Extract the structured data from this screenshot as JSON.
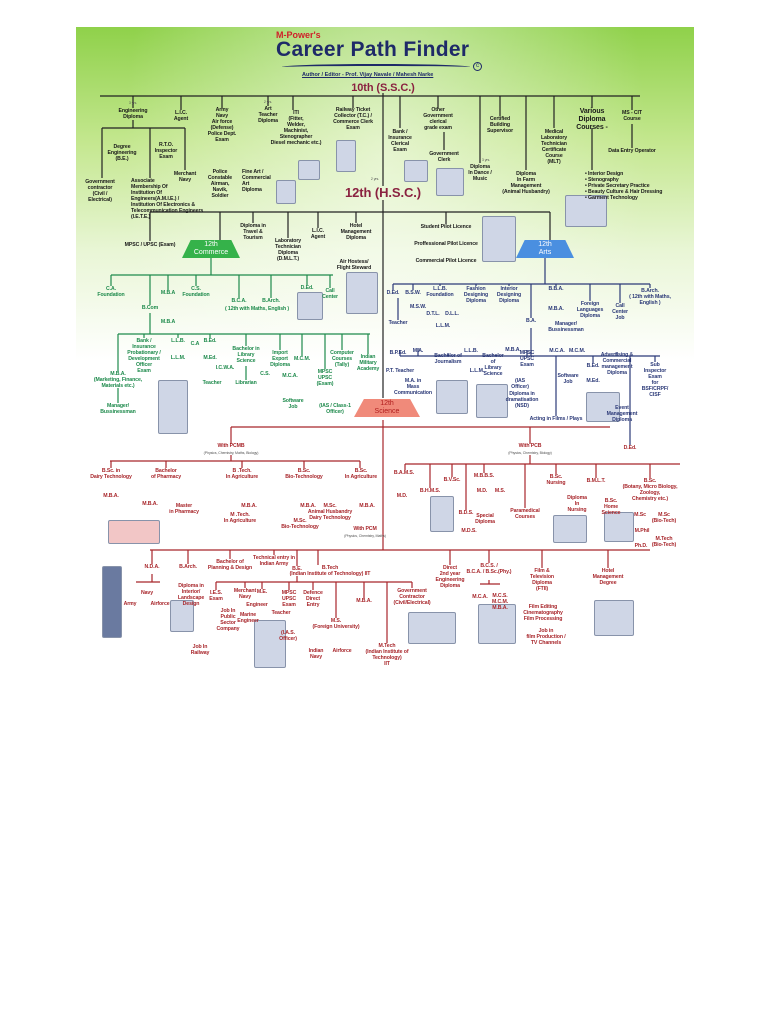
{
  "header": {
    "brand": "M-Power's",
    "title": "Career Path Finder",
    "copyright": "c",
    "author": "Author / Editor - Prof. Vijay Navale / Mahesh Narke"
  },
  "colors": {
    "top": "#1a1a1a",
    "commerce": "#1e8a4c",
    "arts": "#2c3a78",
    "science": "#a8262b",
    "commerce_box": "#35b24a",
    "arts_box": "#4a8fe0",
    "science_box": "#f08a7a"
  },
  "streams": {
    "commerce": "12th\nCommerce",
    "arts": "12th\nArts",
    "science": "12th\nScience"
  },
  "top": {
    "ssc": "10th (S.S.C.)",
    "hsc": "12th (H.S.C.)",
    "eng_diploma": "Engineering\nDiploma",
    "lic": "L.I.C.\nAgent",
    "army": "Army\nNavy\nAir force\n(Defense)\nPolice Dept.\nExam",
    "art_teacher": "Art\nTeacher\nDiploma",
    "iti": "ITI\n(Fitter,\nWelder,\nMachinist,\nStenographer\nDiesel mechanic etc.)",
    "railway": "Railway Ticket\nCollector (T.C.) /\nCommerce Clerk\nExam",
    "bank": "Bank /\nInsurance\nClerical\nExam",
    "other_govt": "Other\nGovernment\nclerical\ngrade exam",
    "govt_clerk": "Government\nClerk",
    "certified": "Certified\nBuilding\nSupervisor",
    "medical_lab": "Medical\nLaboratory\nTechnician\nCertificate\nCourse\n(MLT)",
    "various": "Various\nDiploma\nCourses -",
    "mscit": "MS - CIT\nCourse",
    "data_entry": "Data Entry Operator",
    "degree_eng": "Degree\nEngineering\n(B.E.)",
    "rto": "R.T.O.\nInspector\nExam",
    "merchant_navy": "Merchant\nNavy",
    "govt_contractor": "Government\ncontractor\n(Civil /\nElectrical)",
    "amie": "Associate\nMembership Of\nInstitution Of\nEngineers(A.M.I.E.) /\nInstitution Of Electronics &\nTelecommunication Engineers\n(I.E.T.E.)",
    "police": "Police\nConstable\nAirman,\nNavik,\nSoldier",
    "fine_art": "Fine Art /\nCommercial\nArt\nDiploma",
    "dance": "Diploma\nIn Dance /\nMusic",
    "farm": "Diploma\nIn Farm\nManagement\n(Animal Husbandry)",
    "diploma_list": "• Interior Design\n• Stenography\n• Private Secretary Practice\n• Beauty Culture & Hair Dressing\n• Garment Technology",
    "mpsc_upsc": "MPSC / UPSC (Exam)",
    "travel": "Diploma in\nTravel &\nTourism",
    "dmlt": "Laboratory\nTechnician\nDiploma\n(D.M.L.T.)",
    "lic2": "L.I.C.\nAgent",
    "hotel_dip": "Hotel\nManagement\nDiploma",
    "air_hostess": "Air Hostess/\nFlight Steward",
    "student_pilot": "Student Pilot Licence",
    "prof_pilot": "Proffessional Pilot Licence",
    "comm_pilot": "Commercial Pilot Licence",
    "y3": "3 yrs.",
    "y2": "2 yrs.",
    "y2b": "2 yrs.",
    "y3b": "3 yrs."
  },
  "commerce": {
    "ca": "C.A.\nFoundation",
    "bcom": "B.Com",
    "mba": "M.B.A",
    "mba2": "M.B.A",
    "cs": "C.S.\nFoundation",
    "bca": "B.C.A.",
    "barch": "B.Arch.",
    "note": "( 12th with Maths, English )",
    "ded": "D.Ed.",
    "call_center": "Call\nCenter",
    "bank_po": "Bank /\nInsurance\nProbationary /\nDevelopment\nOfficer\nExam",
    "mba_mkt": "M.B.A.\n(Marketing, Finance,\nMaterials etc.)",
    "manager": "Manager/\nBussinessman",
    "llb": "L.L.B.",
    "llm": "L.L.M.",
    "ca2": "C.A",
    "bed": "B.Ed.",
    "med": "M.Ed.",
    "icwa": "I.C.W.A.",
    "teacher": "Teacher",
    "bach_lib": "Bachelor in\nLibrary\nScience",
    "librarian": "Librarian",
    "cs2": "C.S.",
    "import": "Import\nExport\nDiploma",
    "mcm": "M.C.M.",
    "mca": "M.C.A.",
    "software": "Software\nJob",
    "mpsc": "MPSC\nUPSC\n(Exam)",
    "ias": "(IAS / Class-1\nOfficer)",
    "computer": "Computer\nCourses\n(Tally)",
    "military": "Indian\nMilitary\nAcademy"
  },
  "arts": {
    "ded": "D.Ed.",
    "bsw": "B.S.W.",
    "msw": "M.S.W.",
    "teacher": "Teacher",
    "llb_f": "L.L.B.\nFoundation",
    "dtl": "D.T.L.",
    "dll": "D.L.L.",
    "llm": "L.L.M.",
    "fashion": "Fashion\nDesigning\nDiploma",
    "interior": "Interior\nDesigning\nDiploma",
    "ba": "B.A.",
    "bba": "B.B.A.",
    "mba": "M.B.A.",
    "manager": "Manager/\nBussinessman",
    "foreign": "Foreign\nLanguages\nDiploma",
    "call_job": "Call\nCenter\nJob",
    "barch": "B.Arch.\n( 12th with Maths,\nEnglish )",
    "bped": "B.P.Ed.",
    "pt_teacher": "P.T. Teacher",
    "ma": "M.A.",
    "ma_mass": "M.A. in\nMass\nCommunication",
    "journalism": "Bachelor of\nJournalism",
    "llb": "L.L.B.",
    "llm2": "L.L.M.",
    "bach_lib": "Bachelor\nof\nLibrary\nScience",
    "mba2": "M.B.A.",
    "mpsc": "MPSC\nUPSC\nExam",
    "ias": "(IAS\nOfficer)",
    "dramatics": "Diploma in\ndramatisation\n(NSD)",
    "acting": "Acting in Films / Plays",
    "mca": "M.C.A.",
    "mcm": "M.C.M.",
    "software": "Software\nJob",
    "bed": "B.Ed.",
    "med": "M.Ed.",
    "advertising": "Advertising &\nCommercial\nmanagement\nDiploma",
    "event": "Event\nManagement\nDiploma",
    "sub_inspector": "Sub\nInspector\nExam\nfor\nBSF/CRPF/\nCISF",
    "ded_sci": "D.Ed."
  },
  "science": {
    "pcmb": "With PCMB",
    "pcmb_sub": "(Physics, Chemistry, Maths, Biology)",
    "pcb": "With PCB",
    "pcb_sub": "(Physics, Chemistry, Biology)",
    "pcm": "With PCM",
    "pcm_sub": "(Physics, Chemistry, Maths)",
    "bsc_dairy": "B.Sc. in\nDairy Technology",
    "mba_d": "M.B.A.",
    "pharmacy": "Bachelor\nof Pharmacy",
    "mba_p": "M.B.A.",
    "master_pharm": "Master\nin Pharmacy",
    "btech_ag": "B .Tech.\nIn Agriculture",
    "mtech_ag": "M .Tech.\nIn Agriculture",
    "mba_ag2": "M.B.A.",
    "bsc_bio": "B.Sc.\nBio-Technology",
    "mba_b": "M.B.A.",
    "msc_bio": "M.Sc.\nBio-Technology",
    "bsc_ag": "B.Sc.\nIn Agriculture",
    "msc_ah": "M.Sc.\nAnimal Husbandry\nDairy Technology",
    "mba_ag": "M.B.A.",
    "bams": "B.A.M.S.",
    "md": "M.D.",
    "bhms": "B.H.M.S.",
    "bvsc": "B.V.Sc.",
    "mbbs": "M.B.B.S.",
    "md2": "M.D.",
    "ms2": "M.S.",
    "bds": "B.D.S.",
    "mds": "M.D.S.",
    "special": "Special\nDiploma",
    "paramedical": "Paramedical\nCourses",
    "bsc_nursing": "B.Sc.\nNursing",
    "dip_nursing": "Diploma\nIn\nNursing",
    "bmlt": "B.M.L.T.",
    "home_sci": "B.Sc.\nHome\nScience",
    "bsc_zoo": "B.Sc.\n(Botany, Micro Biology,\nZoology,\nChemistry etc.)",
    "msc": "M.Sc",
    "msc_biotech": "M.Sc\n(Bio-Tech)",
    "mphil": "M.Phil",
    "phd": "Ph.D.",
    "mtech_bio": "M.Tech\n(Bio-Tech)",
    "nda": "N.D.A.",
    "navy": "Navy",
    "army": "Army",
    "airforce": "Airforce",
    "barch": "B.Arch.",
    "interior": "Diploma in\nInterior/\nLandscape\nDesign",
    "planning": "Bachelor of\nPlanning & Design",
    "technical": "Technical entry in\nIndian Army",
    "be": "B.E.",
    "btech_iit": "B.Tech\n(Indian Institute of Technology) IIT",
    "direct": "Direct\n2nd year\nEngineering\nDiploma",
    "bcs": "B.C.S. /\nB.C.A. / B.Sc.(Phy.)",
    "mca": "M.C.A.",
    "mcs": "M.C.S.\nM.C.M.\nM.B.A.",
    "film": "Film &\nTelevision\nDiploma\n(FTII)",
    "film_edit": "Film Editing\nCinematography\nFilm Processing",
    "job_film": "Job in\nfilm Production /\nTV Channels",
    "hotel_deg": "Hotel\nManagement\nDegree",
    "ies": "I.E.S.\nExam",
    "job_railway": "Job In\nRailway",
    "job_public": "Job In\nPublic\nSector\nCompany",
    "merchant": "Merchant\nNavy",
    "marine": "Marine\nEngineer",
    "me": "M.E.",
    "engineer": "Engineer",
    "teacher": "Teacher",
    "mpsc": "MPSC\nUPSC\nExam",
    "ias": "(I.A.S.\nOfficer)",
    "defence": "Defence\nDirect\nEntry",
    "indian_navy": "Indian\nNavy",
    "airforce2": "Airforce",
    "ms": "M.S.\n(Foreign University)",
    "mba": "M.B.A.",
    "mtech_iit": "M.Tech\n(Indian Institute of\nTechnology)\nIIT",
    "govt_contractor": "Government\nContractor\n(Civil/Electrical)"
  }
}
